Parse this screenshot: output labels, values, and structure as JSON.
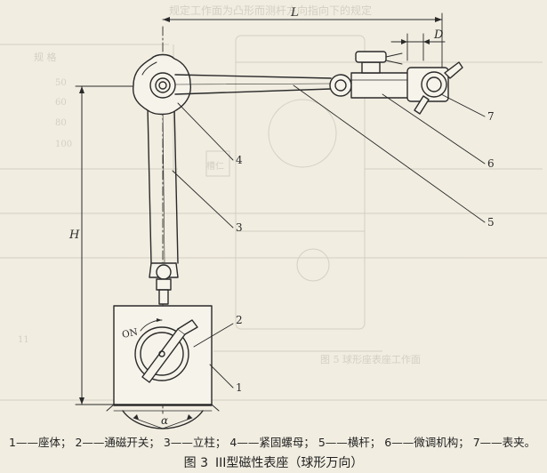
{
  "figure": {
    "number": "图 3",
    "title": "III型磁性表座（球形万向）",
    "legend": [
      {
        "num": "1",
        "text": "座体；"
      },
      {
        "num": "2",
        "text": "通磁开关；"
      },
      {
        "num": "3",
        "text": "立柱；"
      },
      {
        "num": "4",
        "text": "紧固螺母；"
      },
      {
        "num": "5",
        "text": "横杆；"
      },
      {
        "num": "6",
        "text": "微调机构；"
      },
      {
        "num": "7",
        "text": "表夹。"
      }
    ],
    "dimension_labels": {
      "L": "L",
      "D": "D",
      "H": "H",
      "alpha": "α"
    },
    "switch_label": "ON",
    "callouts": [
      "1",
      "2",
      "3",
      "4",
      "5",
      "6",
      "7"
    ]
  },
  "background_text": {
    "top_header": "规定工作面为凸形而测杆方向指向下的规定",
    "table_head_left": "规  格",
    "table_values": [
      "50",
      "60",
      "80",
      "100"
    ],
    "center_label": "槽仁",
    "figure5_caption": "图 5   球形座表座工作面",
    "fig5_num": "11"
  },
  "colors": {
    "paper": "#f1ede1",
    "ink": "#2a2a2a",
    "faint": "#b9b4a8"
  }
}
